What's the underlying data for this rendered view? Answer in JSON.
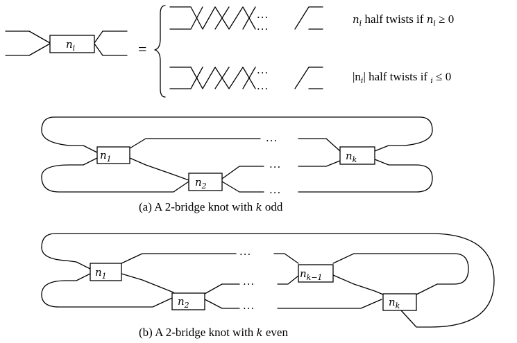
{
  "box_labels": {
    "generic": {
      "base": "n",
      "sub": "i"
    },
    "a_b1": {
      "base": "n",
      "sub": "1"
    },
    "a_b2": {
      "base": "n",
      "sub": "2"
    },
    "a_bk": {
      "base": "n",
      "sub": "k"
    },
    "b_b1": {
      "base": "n",
      "sub": "1"
    },
    "b_b2": {
      "base": "n",
      "sub": "2"
    },
    "b_bkm1": {
      "base": "n",
      "sub": "k−1"
    },
    "b_bk": {
      "base": "n",
      "sub": "k"
    }
  },
  "equals": "=",
  "dots": "···",
  "rule_positive": {
    "var": "n",
    "sub": "i",
    "text": " half twists if ",
    "rel": " ≥ 0"
  },
  "rule_negative": {
    "abs_var": "|n",
    "sub": "i",
    "abs_close": "|",
    "text": " half twists if ",
    "rel": " ≤ 0"
  },
  "caption_a": {
    "prefix": "(a) A 2-bridge knot with ",
    "var": "k",
    "suffix": " odd"
  },
  "caption_b": {
    "prefix": "(b) A 2-bridge knot with ",
    "var": "k",
    "suffix": " even"
  }
}
